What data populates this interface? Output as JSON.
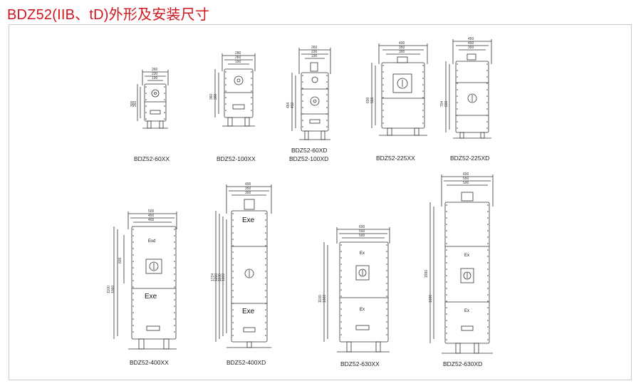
{
  "page": {
    "title": "BDZ52(IIB、tD)外形及安装尺寸"
  },
  "models": [
    {
      "id": "m1",
      "label": "BDZ52-60XX",
      "widths": [
        "260",
        "230",
        "190"
      ],
      "heights": [
        "300",
        "260"
      ]
    },
    {
      "id": "m2",
      "label": "BDZ52-100XX",
      "widths": [
        "280",
        "260",
        "190"
      ],
      "heights": [
        "360",
        "300"
      ]
    },
    {
      "id": "m3",
      "label_line1": "BDZ52-60XD",
      "label_line2": "BDZ52-100XD",
      "widths": [
        "260",
        "230",
        "190"
      ],
      "heights": [
        "454",
        "410"
      ]
    },
    {
      "id": "m4",
      "label": "BDZ52-225XX",
      "widths": [
        "400",
        "350",
        "300"
      ],
      "heights": [
        "600",
        "560"
      ]
    },
    {
      "id": "m5",
      "label": "BDZ52-225XD",
      "widths": [
        "450",
        "400",
        "350"
      ],
      "heights": [
        "704",
        "660"
      ]
    },
    {
      "id": "m6",
      "label": "BDZ52-400XX",
      "widths": [
        "500",
        "450",
        "400"
      ],
      "heights": [
        "1100",
        "1060",
        "600"
      ],
      "tags": [
        "Exd",
        "Exe"
      ]
    },
    {
      "id": "m7",
      "label": "BDZ52-400XD",
      "widths": [
        "400",
        "350",
        "300"
      ],
      "heights": [
        "1724",
        "1200",
        "1100",
        "1060"
      ],
      "tags": [
        "Exe",
        "Exe"
      ]
    },
    {
      "id": "m8",
      "label": "BDZ52-630XX",
      "widths": [
        "600",
        "550",
        "500"
      ],
      "heights": [
        "1100",
        "1060"
      ],
      "tags": [
        "Ex",
        "Ex"
      ]
    },
    {
      "id": "m9",
      "label": "BDZ52-630XD",
      "widths": [
        "600",
        "550",
        "500"
      ],
      "heights": [
        "1550",
        "1600"
      ],
      "tags": [
        "Ex",
        "Ex"
      ]
    }
  ]
}
